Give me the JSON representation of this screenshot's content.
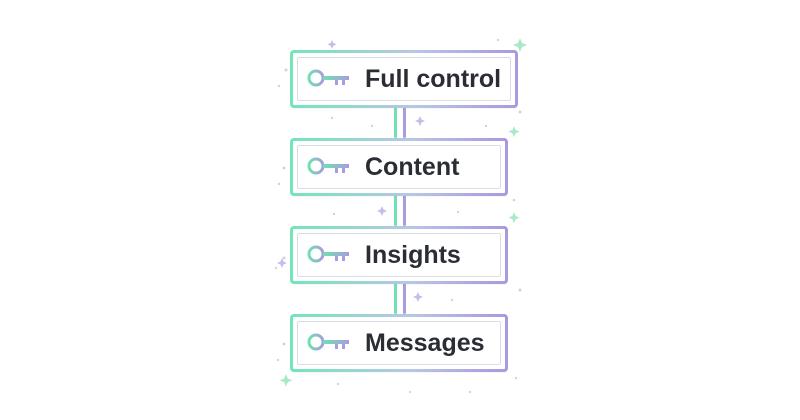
{
  "levels": [
    {
      "label": "Full control",
      "icon": "key-icon"
    },
    {
      "label": "Content",
      "icon": "key-icon"
    },
    {
      "label": "Insights",
      "icon": "key-icon"
    },
    {
      "label": "Messages",
      "icon": "key-icon"
    }
  ],
  "colors": {
    "green": "#6fe0b0",
    "purple": "#a99de0",
    "text": "#2b2d35",
    "inner_border": "#d9dde7"
  }
}
